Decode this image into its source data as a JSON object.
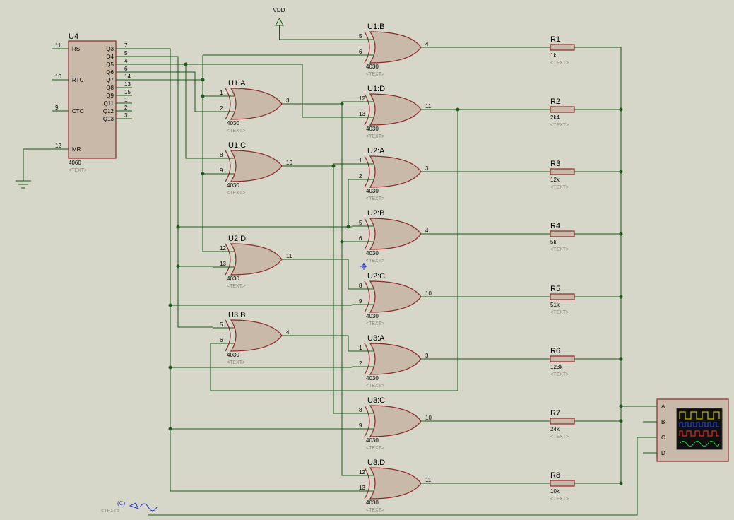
{
  "colors": {
    "background": "#d6d6c9",
    "wire": "#1a5a1a",
    "component_outline": "#8a2a2a",
    "component_fill": "#c9b9a8",
    "label": "#000000",
    "placeholder": "#8a8a7a",
    "marker": "#2233cc"
  },
  "power": {
    "label": "VDD"
  },
  "counter": {
    "ref": "U4",
    "part": "4060",
    "placeholder": "<TEXT>",
    "left_pins": [
      {
        "name": "RS",
        "num": "11"
      },
      {
        "name": "RTC",
        "num": "10"
      },
      {
        "name": "CTC",
        "num": "9"
      },
      {
        "name": "MR",
        "num": "12"
      }
    ],
    "right_pins": [
      {
        "name": "Q3",
        "num": "7"
      },
      {
        "name": "Q4",
        "num": "5"
      },
      {
        "name": "Q5",
        "num": "4"
      },
      {
        "name": "Q6",
        "num": "6"
      },
      {
        "name": "Q7",
        "num": "14"
      },
      {
        "name": "Q8",
        "num": "13"
      },
      {
        "name": "Q9",
        "num": "15"
      },
      {
        "name": "Q11",
        "num": "1"
      },
      {
        "name": "Q12",
        "num": "2"
      },
      {
        "name": "Q13",
        "num": "3"
      }
    ]
  },
  "gates": [
    {
      "ref": "U1:B",
      "part": "4030",
      "placeholder": "<TEXT>",
      "in1": "5",
      "in2": "6",
      "out": "4"
    },
    {
      "ref": "U1:D",
      "part": "4030",
      "placeholder": "<TEXT>",
      "in1": "12",
      "in2": "13",
      "out": "11"
    },
    {
      "ref": "U2:A",
      "part": "4030",
      "placeholder": "<TEXT>",
      "in1": "1",
      "in2": "2",
      "out": "3"
    },
    {
      "ref": "U2:B",
      "part": "4030",
      "placeholder": "<TEXT>",
      "in1": "5",
      "in2": "6",
      "out": "4"
    },
    {
      "ref": "U2:C",
      "part": "4030",
      "placeholder": "<TEXT>",
      "in1": "8",
      "in2": "9",
      "out": "10"
    },
    {
      "ref": "U3:A",
      "part": "4030",
      "placeholder": "<TEXT>",
      "in1": "1",
      "in2": "2",
      "out": "3"
    },
    {
      "ref": "U3:C",
      "part": "4030",
      "placeholder": "<TEXT>",
      "in1": "8",
      "in2": "9",
      "out": "10"
    },
    {
      "ref": "U3:D",
      "part": "4030",
      "placeholder": "<TEXT>",
      "in1": "12",
      "in2": "13",
      "out": "11"
    },
    {
      "ref": "U1:A",
      "part": "4030",
      "placeholder": "<TEXT>",
      "in1": "1",
      "in2": "2",
      "out": "3"
    },
    {
      "ref": "U1:C",
      "part": "4030",
      "placeholder": "<TEXT>",
      "in1": "8",
      "in2": "9",
      "out": "10"
    },
    {
      "ref": "U2:D",
      "part": "4030",
      "placeholder": "<TEXT>",
      "in1": "12",
      "in2": "13",
      "out": "11"
    },
    {
      "ref": "U3:B",
      "part": "4030",
      "placeholder": "<TEXT>",
      "in1": "5",
      "in2": "6",
      "out": "4"
    }
  ],
  "resistors": [
    {
      "ref": "R1",
      "value": "1k",
      "placeholder": "<TEXT>"
    },
    {
      "ref": "R2",
      "value": "2k4",
      "placeholder": "<TEXT>"
    },
    {
      "ref": "R3",
      "value": "12k",
      "placeholder": "<TEXT>"
    },
    {
      "ref": "R4",
      "value": "5k",
      "placeholder": "<TEXT>"
    },
    {
      "ref": "R5",
      "value": "51k",
      "placeholder": "<TEXT>"
    },
    {
      "ref": "R6",
      "value": "123k",
      "placeholder": "<TEXT>"
    },
    {
      "ref": "R7",
      "value": "24k",
      "placeholder": "<TEXT>"
    },
    {
      "ref": "R8",
      "value": "10k",
      "placeholder": "<TEXT>"
    }
  ],
  "oscilloscope": {
    "channels": [
      "A",
      "B",
      "C",
      "D"
    ]
  },
  "clock_source": {
    "symbol": "(C)",
    "placeholder": "<TEXT>"
  }
}
